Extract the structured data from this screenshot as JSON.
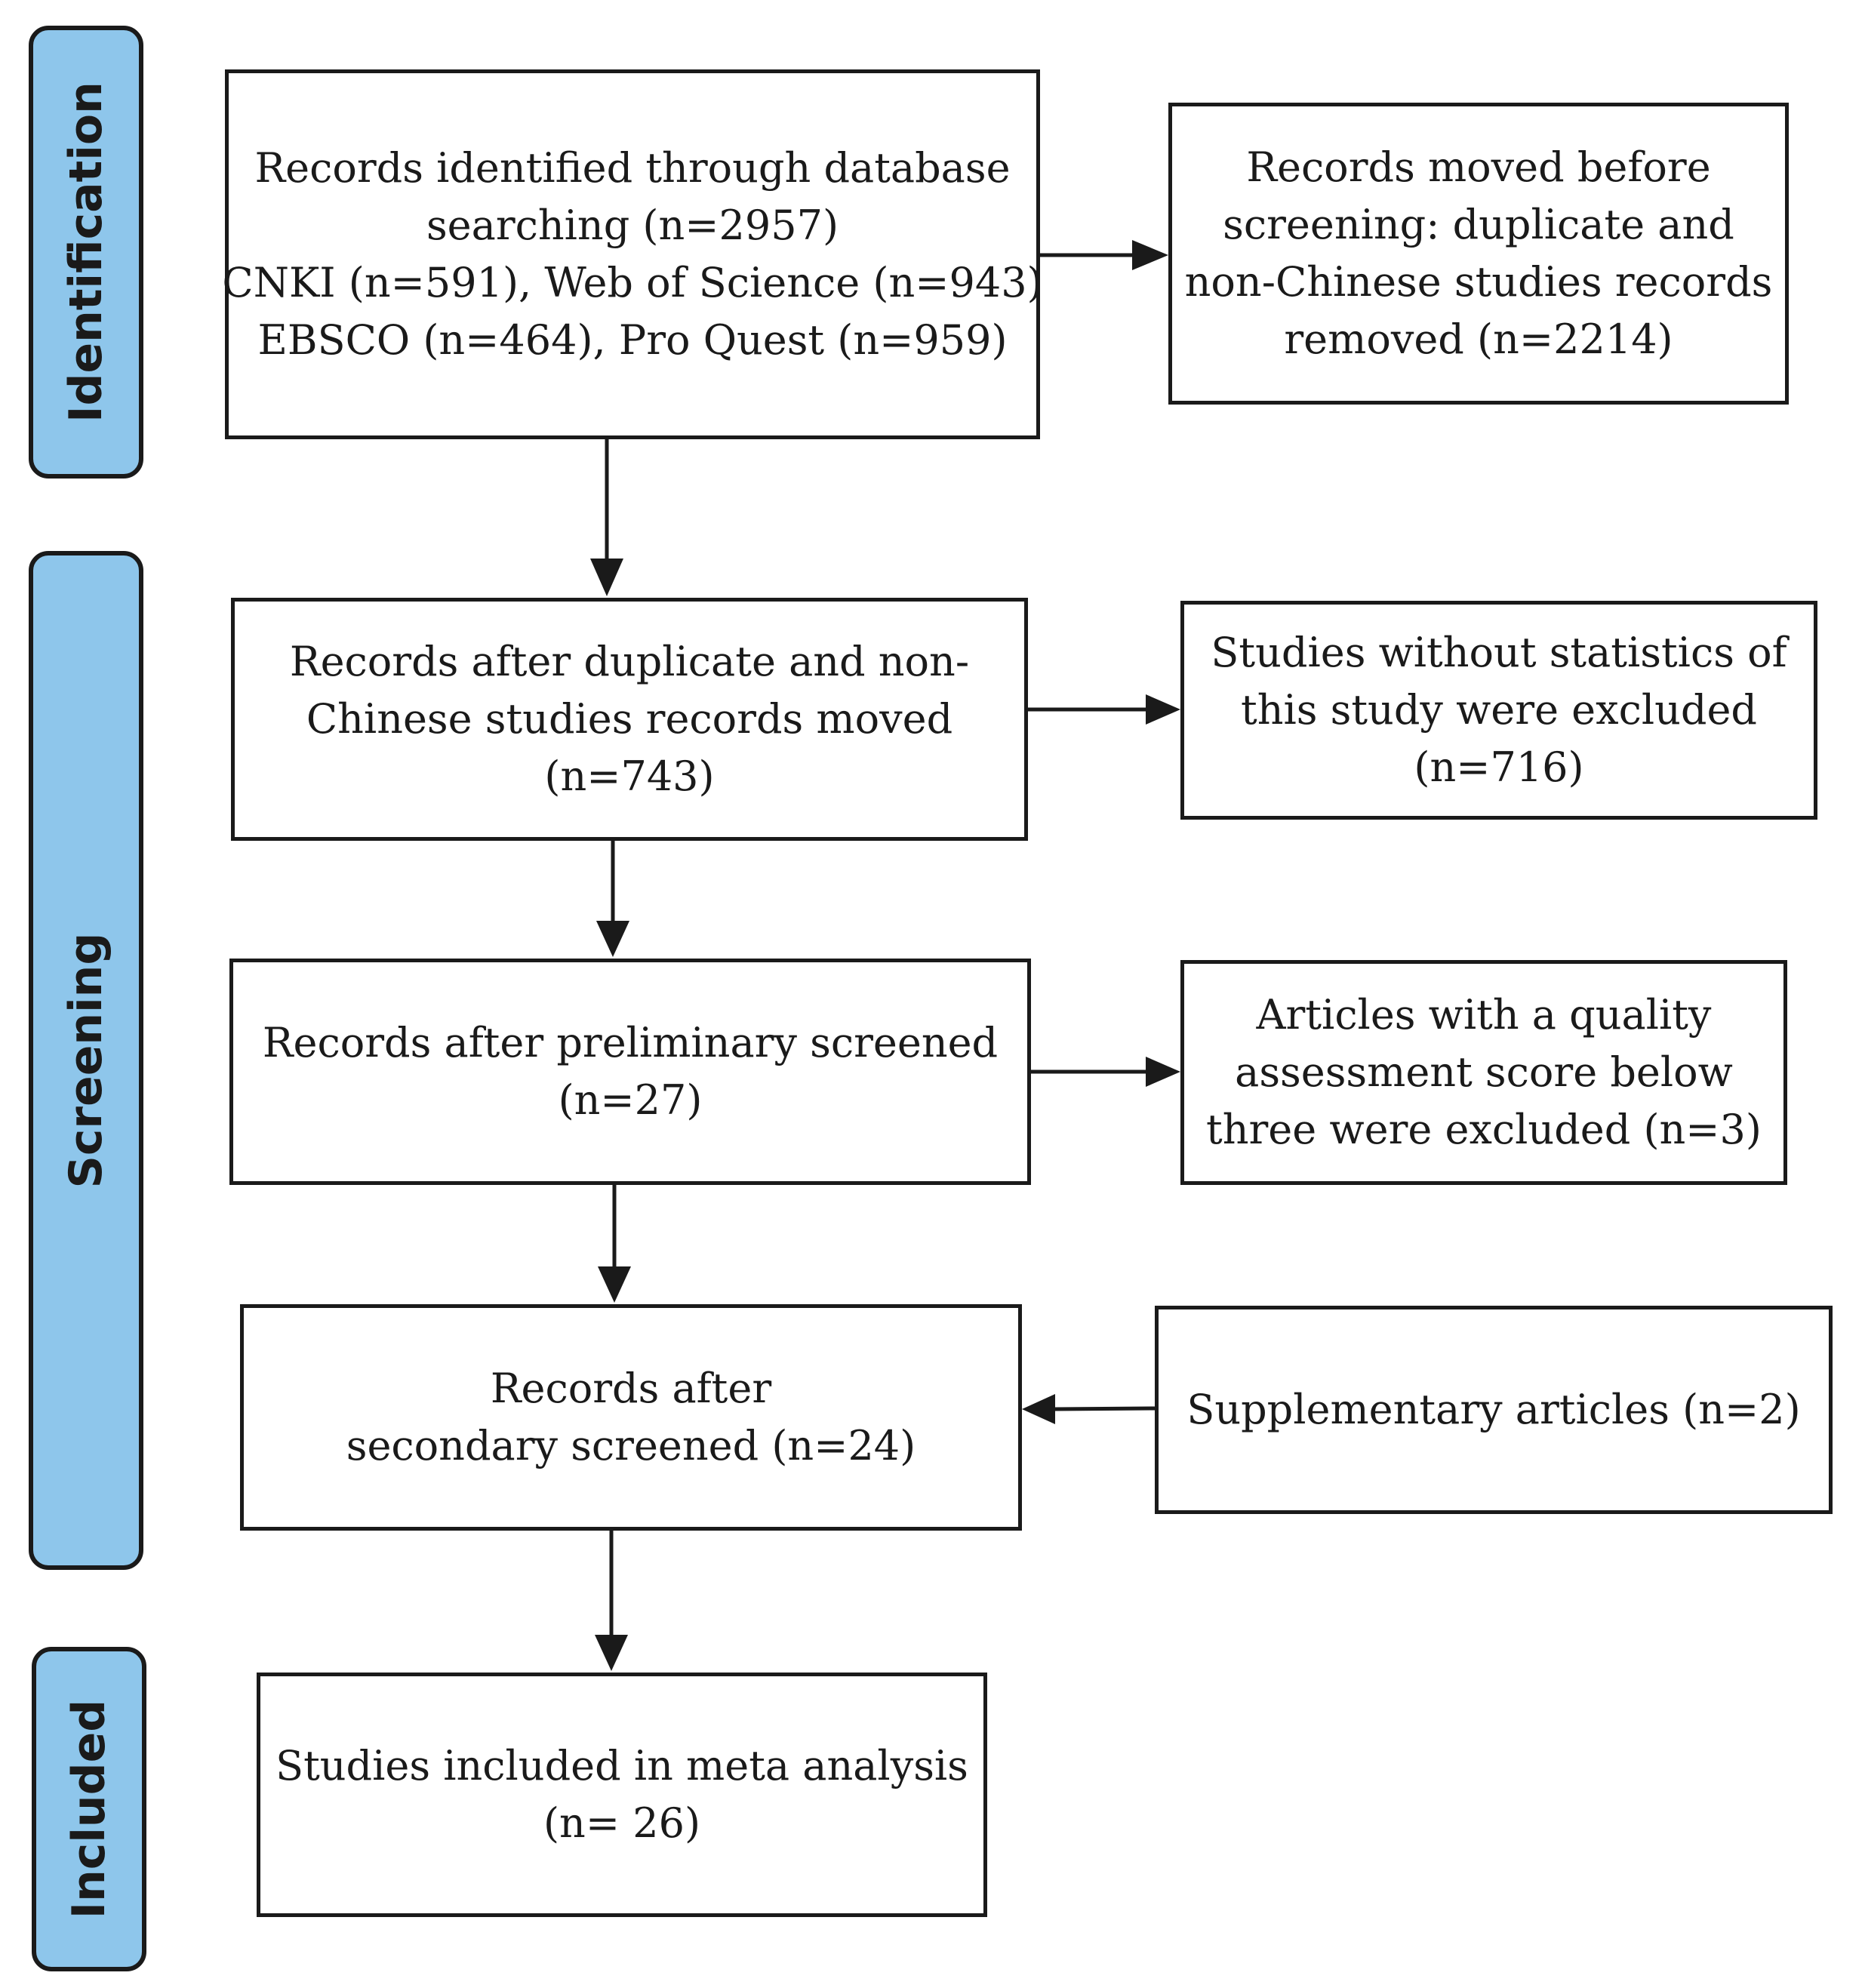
{
  "phases": {
    "identification": "Identification",
    "screening": "Screening",
    "included": "Included"
  },
  "boxes": {
    "identified": [
      "Records identified through database",
      "searching (n=2957)",
      "CNKI (n=591), Web of Science (n=943)",
      "EBSCO (n=464), Pro Quest (n=959)"
    ],
    "removed_before_screening": [
      "Records moved before",
      "screening: duplicate and",
      "non-Chinese studies records",
      "removed  (n=2214)"
    ],
    "after_duplicates": [
      "Records after duplicate and non-",
      "Chinese studies records moved",
      "(n=743)"
    ],
    "without_statistics": [
      "Studies without  statistics of",
      "this study were excluded",
      "(n=716)"
    ],
    "preliminary": [
      "Records after preliminary screened",
      "(n=27)"
    ],
    "low_quality": [
      "Articles with a quality",
      "assessment score below",
      "three were excluded (n=3)"
    ],
    "secondary": [
      "Records after",
      "secondary screened (n=24)"
    ],
    "supplementary": [
      "Supplementary articles  (n=2)"
    ],
    "included": [
      "Studies included in meta analysis",
      "(n= 26)"
    ]
  }
}
